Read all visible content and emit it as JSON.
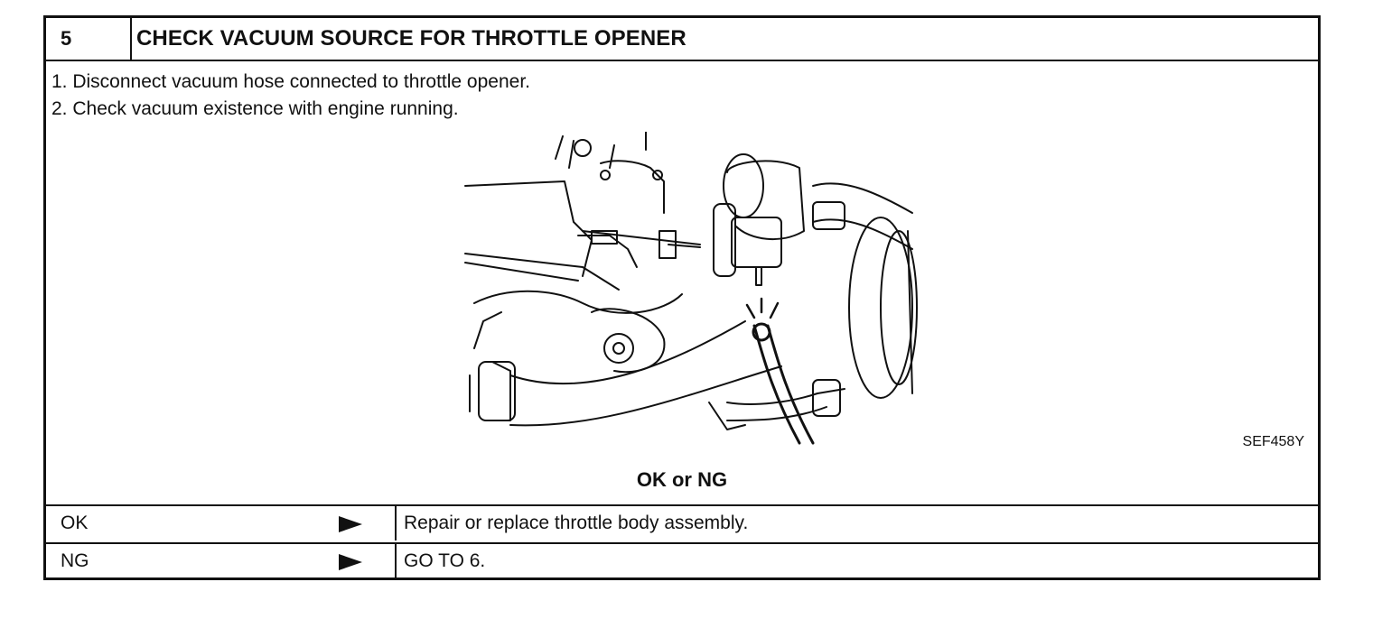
{
  "step": {
    "number": "5",
    "title": "CHECK VACUUM SOURCE FOR THROTTLE OPENER"
  },
  "instructions": [
    "1.  Disconnect vacuum hose connected to throttle opener.",
    "2.  Check vacuum existence with engine running."
  ],
  "figure": {
    "code": "SEF458Y"
  },
  "question": "OK or NG",
  "results": [
    {
      "label": "OK",
      "arrow_icon": "right-triangle-arrow-icon",
      "action": "Repair or replace throttle body assembly."
    },
    {
      "label": "NG",
      "arrow_icon": "right-triangle-arrow-icon",
      "action": "GO TO 6."
    }
  ]
}
